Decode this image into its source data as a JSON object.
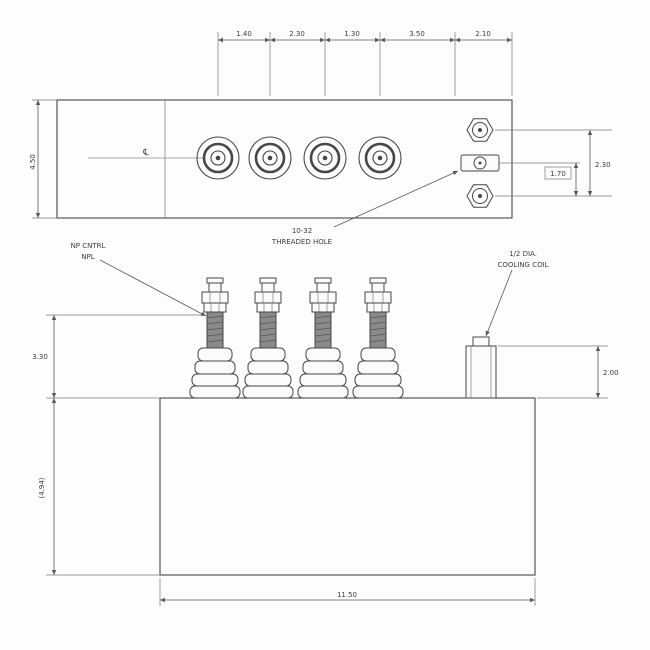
{
  "top_view": {
    "dim_chain": [
      "1.40",
      "2.30",
      "1.30",
      "3.50",
      "2.10"
    ],
    "dim_height": "4.50",
    "dim_right_span": "2.30",
    "dim_right_boxed": "1.70",
    "centerline_symbol": "℄",
    "note_threaded_hole": {
      "line1": "10-32",
      "line2": "THREADED HOLE"
    }
  },
  "front_view": {
    "dim_bushing_height": "3.30",
    "dim_case_height": "(4.94)",
    "dim_coil_height": "2.00",
    "dim_overall_width": "11.50",
    "note_terminal": {
      "line1": "NP CNTRL",
      "line2": "NPL"
    },
    "note_cooling_coil": {
      "line1": "1/2 DIA.",
      "line2": "COOLING COIL"
    }
  }
}
